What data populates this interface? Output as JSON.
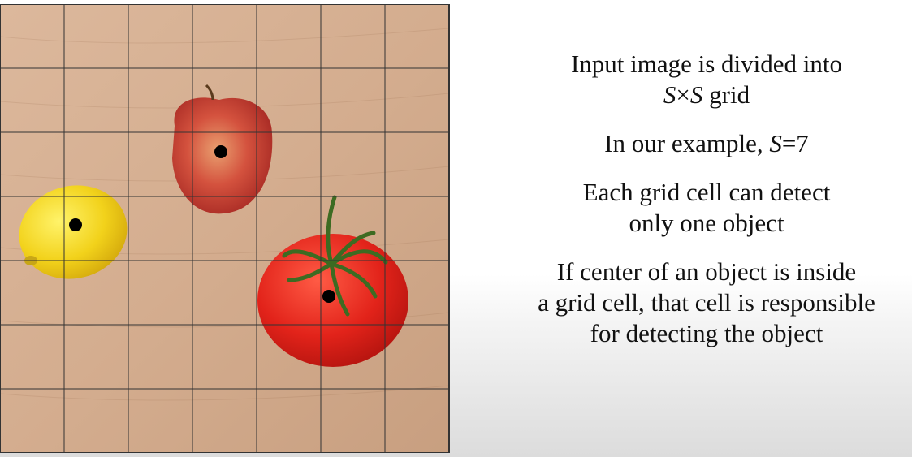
{
  "grid": {
    "rows": 7,
    "cols": 7
  },
  "objects": [
    {
      "name": "apple",
      "center_cell": [
        3,
        2
      ]
    },
    {
      "name": "lemon",
      "center_cell": [
        1,
        3
      ]
    },
    {
      "name": "tomato",
      "center_cell": [
        5,
        4
      ]
    }
  ],
  "text": {
    "p1_line1": "Input image is divided into",
    "p1_var_a": "S",
    "p1_times": "×",
    "p1_var_b": "S",
    "p1_rest": " grid",
    "p2_prefix": "In our example, ",
    "p2_var": "S",
    "p2_eq": "=7",
    "p3_line1": "Each grid cell can detect",
    "p3_line2": "only one object",
    "p4_line1": "If center of an object is inside",
    "p4_line2": "a grid cell, that cell is responsible",
    "p4_line3": "for detecting the object"
  },
  "colors": {
    "table": "#d8b59a",
    "grid_line": "#333333",
    "dot": "#000000",
    "apple": "#c0392b",
    "lemon": "#f2d21b",
    "tomato": "#e2231a"
  }
}
